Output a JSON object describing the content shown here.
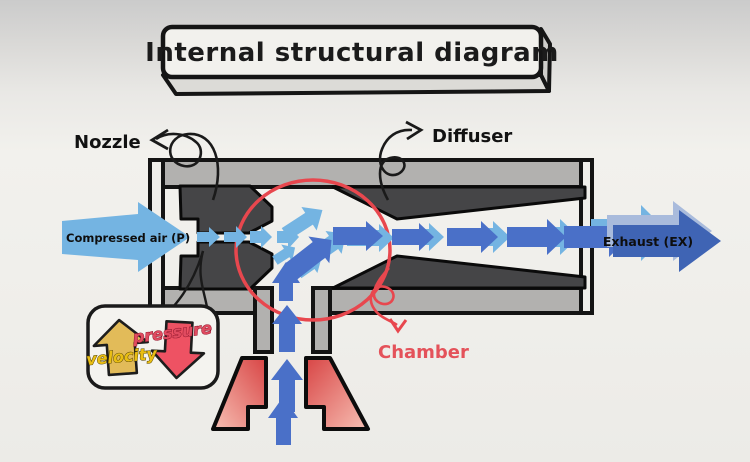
{
  "title": "Internal structural diagram",
  "labels": {
    "nozzle": "Nozzle",
    "diffuser": "Diffuser",
    "chamber": "Chamber",
    "compressed_air": "Compressed air (P)",
    "exhaust": "Exhaust (EX)",
    "velocity": "velocity",
    "pressure": "pressure"
  },
  "colors": {
    "light_blue": "#74b4e2",
    "mid_blue": "#4a70c8",
    "navy_blue": "#3f64b4",
    "pale_blue": "#a9bbdc",
    "casing_gray": "#b2b1af",
    "block_dark": "#454547",
    "red_accent": "#e8474e",
    "chamber_text": "#e4525a",
    "funnel_dark": "#d84545",
    "funnel_light": "#f7c0b4",
    "velocity_yellow": "#e9be14",
    "velocity_arrow": "#e2bb59",
    "pressure_red": "#e04b60",
    "pressure_arrow": "#ee5263"
  }
}
